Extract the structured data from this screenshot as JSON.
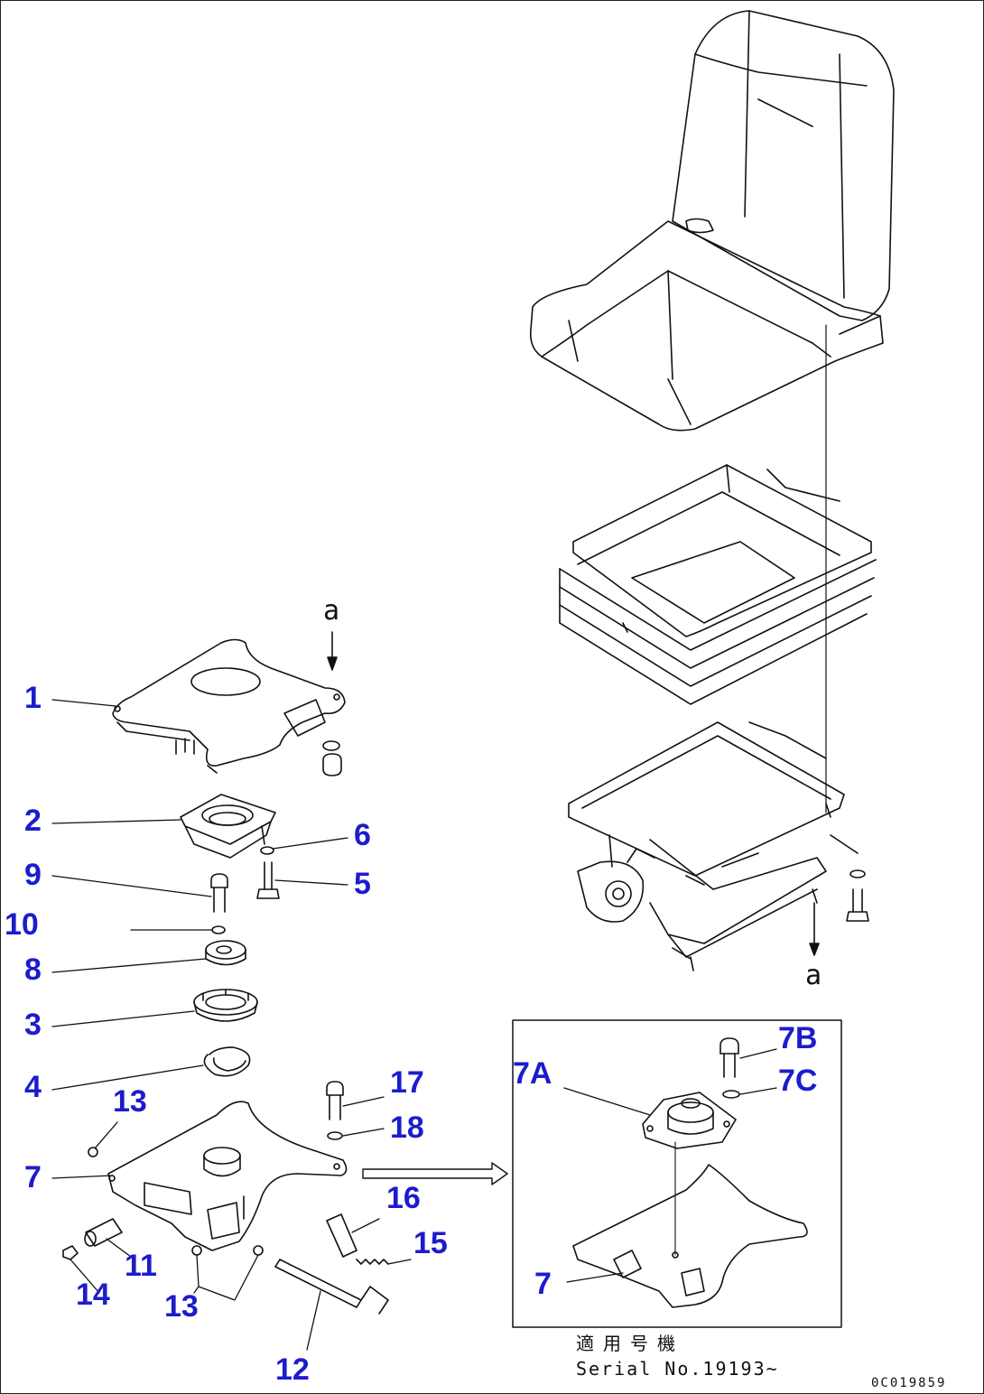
{
  "callouts": {
    "c1": "1",
    "c2": "2",
    "c3": "3",
    "c4": "4",
    "c5": "5",
    "c6": "6",
    "c7": "7",
    "c8": "8",
    "c9": "9",
    "c10": "10",
    "c11": "11",
    "c12": "12",
    "c13a": "13",
    "c13b": "13",
    "c14": "14",
    "c15": "15",
    "c16": "16",
    "c17": "17",
    "c18": "18",
    "c7a": "7A",
    "c7b": "7B",
    "c7c": "7C",
    "c7d": "7"
  },
  "reference_marks": {
    "top": "a",
    "bottom": "a"
  },
  "inset": {
    "serial_jp": "適用号機",
    "serial_en": "Serial No.19193~"
  },
  "drawing_number": "0C019859",
  "colors": {
    "callout": "#1c1ccc",
    "line": "#111111"
  }
}
